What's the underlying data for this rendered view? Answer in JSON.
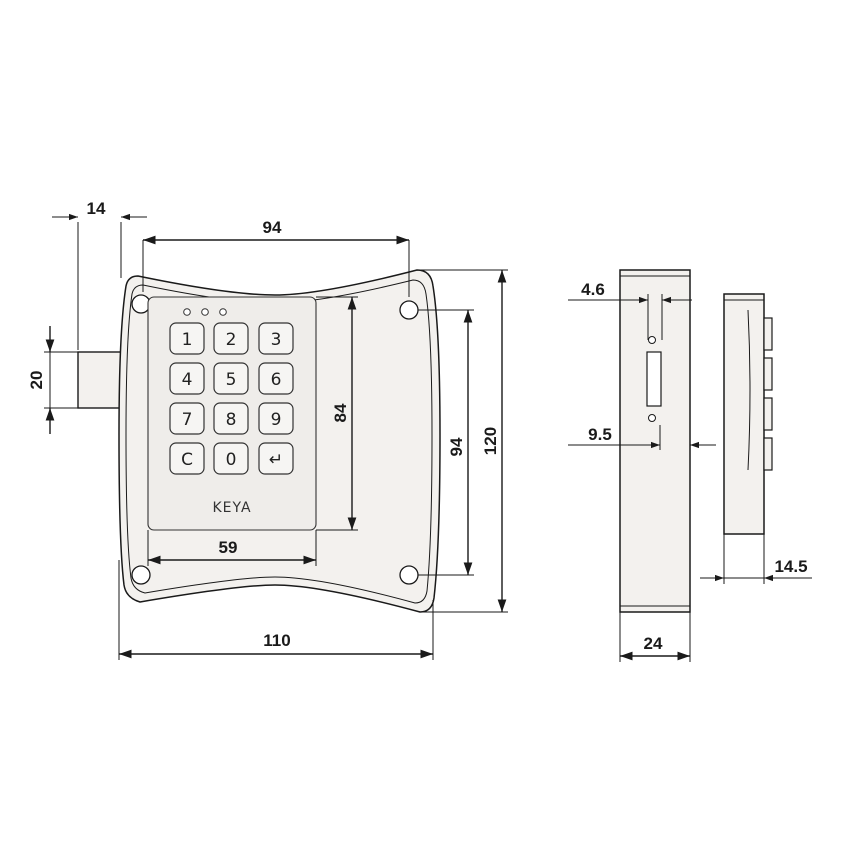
{
  "drawing": {
    "logo_text": "KEYA",
    "keypad_keys": [
      "1",
      "2",
      "3",
      "4",
      "5",
      "6",
      "7",
      "8",
      "9",
      "C",
      "0",
      "↵"
    ],
    "dimensions": {
      "bolt_width": "14",
      "hole_spacing_horizontal": "94",
      "bolt_height": "20",
      "keypad_height": "84",
      "hole_spacing_vertical": "94",
      "overall_height": "120",
      "keypad_width": "59",
      "overall_width": "110",
      "side_dim_a": "4.6",
      "side_dim_b": "9.5",
      "side_depth": "24",
      "end_depth": "14.5"
    }
  }
}
